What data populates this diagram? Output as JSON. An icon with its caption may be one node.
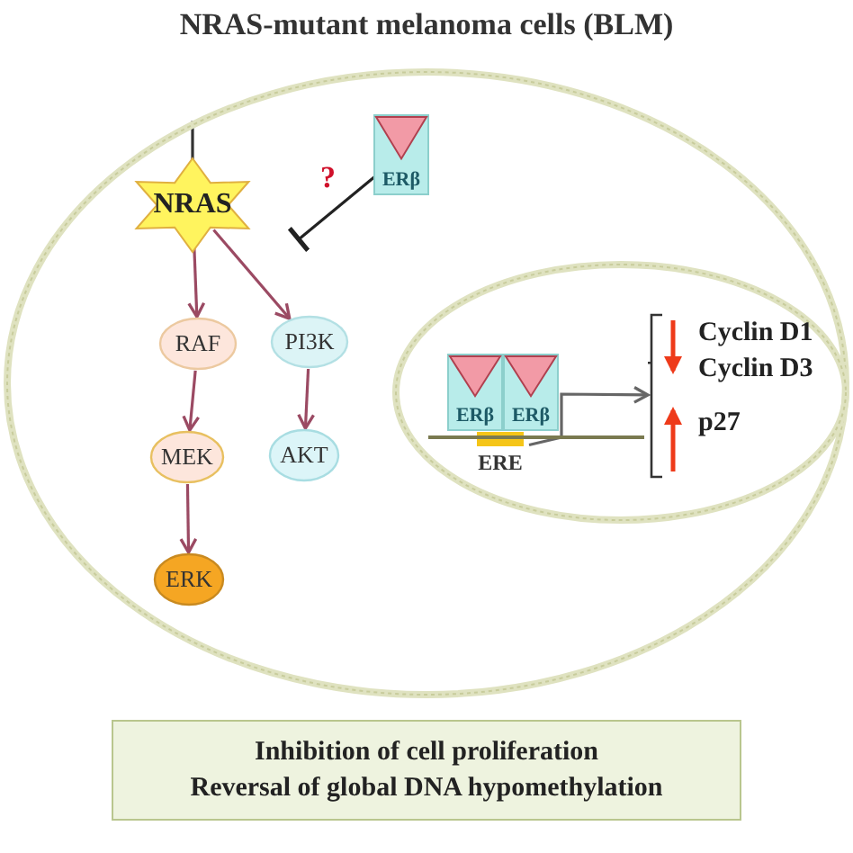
{
  "diagram": {
    "title": "NRAS-mutant melanoma cells (BLM)",
    "nodes": [
      {
        "text": [],
        "shape": "ellipse"
      },
      {
        "text": [
          "NRAS"
        ],
        "in": 0
      },
      {
        "text": [
          "RAF"
        ],
        "in": 0
      },
      {
        "text": [
          "PI3K"
        ],
        "in": 0
      },
      {
        "text": [
          "MEK"
        ],
        "in": 0
      },
      {
        "text": [
          "AKT"
        ],
        "in": 0
      },
      {
        "text": [
          "ERK"
        ],
        "in": 0
      },
      {
        "text": [
          "ERβ"
        ],
        "in": 0
      },
      {
        "text": [],
        "shape": "ellipse",
        "in": 0
      },
      {
        "text": [
          "ERβ"
        ],
        "in": 8
      },
      {
        "text": [
          "ERβ"
        ],
        "in": 8
      },
      {
        "text": [
          "ERE"
        ],
        "in": 8
      },
      {
        "text": [
          "Cyclin D1",
          "Cyclin D3",
          "p27"
        ],
        "in": 8
      },
      {
        "text": [
          "Inhibition of cell proliferation",
          "Reversal of global DNA hypomethylation"
        ]
      }
    ],
    "edges": [
      {
        "from": 1,
        "to": 0,
        "arrow": "none",
        "color": "#333333"
      },
      {
        "from": 1,
        "to": 2,
        "arrow": "to"
      },
      {
        "from": 1,
        "to": 3,
        "arrow": "to"
      },
      {
        "from": 2,
        "to": 4,
        "arrow": "to"
      },
      {
        "from": 3,
        "to": 5,
        "arrow": "to"
      },
      {
        "from": 4,
        "to": 6,
        "arrow": "to"
      },
      {
        "from": 7,
        "to": null,
        "arrow": "other",
        "label": "?",
        "color": "#222222"
      },
      {
        "from": 11,
        "to": 12,
        "arrow": "to",
        "color": "#666666"
      }
    ]
  }
}
